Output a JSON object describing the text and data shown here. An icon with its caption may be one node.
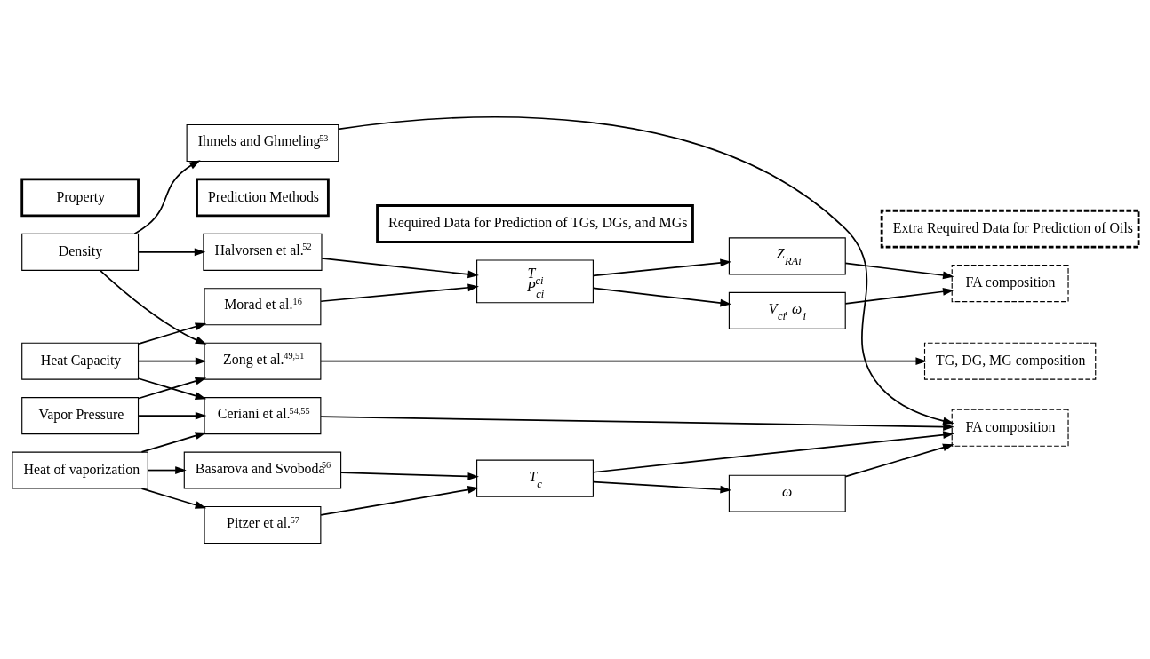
{
  "diagram": {
    "nodes": [
      {
        "text": [
          "Property"
        ]
      },
      {
        "text": [
          "Prediction Methods"
        ]
      },
      {
        "text": [
          "Required Data for Prediction of TGs, DGs, and MGs"
        ]
      },
      {
        "text": [
          "Extra Required Data for Prediction of Oils"
        ]
      },
      {
        "text": [
          "Density"
        ]
      },
      {
        "text": [
          "Halvorsen et al.$^{52}$"
        ]
      },
      {
        "text": [
          "T$_{ci}$",
          "P$_{ci}$"
        ]
      },
      {
        "text": [
          "Z$_{RAi}$"
        ]
      },
      {
        "text": [
          "FA composition"
        ]
      },
      {
        "text": [
          "Morad et al.$^{16}$"
        ]
      },
      {
        "text": [
          "V$_{ci}$, ω$_{i}$"
        ]
      },
      {
        "text": [
          "Vapor Pressure"
        ]
      },
      {
        "text": [
          "Zong et al.$^{49,51}$"
        ]
      },
      {
        "text": [
          "TG, DG, MG composition"
        ]
      },
      {
        "text": [
          "Ihmels and Ghmeling$^{53}$"
        ]
      },
      {
        "text": [
          "Heat Capacity"
        ]
      },
      {
        "text": [
          "Ceriani et al.$^{54,55}$"
        ]
      },
      {
        "text": [
          "FA composition"
        ]
      },
      {
        "text": [
          "Heat of vaporization"
        ]
      },
      {
        "text": [
          "Basarova and Svoboda$^{56}$"
        ]
      },
      {
        "text": [
          "T$_{c}$"
        ]
      },
      {
        "text": [
          "Pitzer et al.$^{57}$"
        ]
      },
      {
        "text": [
          "ω"
        ]
      }
    ],
    "edges": [
      {
        "from": 4,
        "to": 5,
        "arrow": "to"
      },
      {
        "from": 4,
        "to": 12,
        "arrow": "to"
      },
      {
        "from": 4,
        "to": 14,
        "arrow": "to"
      },
      {
        "from": 11,
        "to": 12,
        "arrow": "to"
      },
      {
        "from": 11,
        "to": 16,
        "arrow": "to"
      },
      {
        "from": 15,
        "to": 9,
        "arrow": "to"
      },
      {
        "from": 15,
        "to": 12,
        "arrow": "to"
      },
      {
        "from": 15,
        "to": 16,
        "arrow": "to"
      },
      {
        "from": 18,
        "to": 16,
        "arrow": "to"
      },
      {
        "from": 18,
        "to": 19,
        "arrow": "to"
      },
      {
        "from": 18,
        "to": 21,
        "arrow": "to"
      },
      {
        "from": 5,
        "to": 6,
        "arrow": "to"
      },
      {
        "from": 9,
        "to": 6,
        "arrow": "to"
      },
      {
        "from": 6,
        "to": 7,
        "arrow": "to"
      },
      {
        "from": 6,
        "to": 10,
        "arrow": "to"
      },
      {
        "from": 7,
        "to": 8,
        "arrow": "to"
      },
      {
        "from": 10,
        "to": 8,
        "arrow": "to"
      },
      {
        "from": 12,
        "to": 13,
        "arrow": "to"
      },
      {
        "from": 14,
        "to": 17,
        "arrow": "to"
      },
      {
        "from": 16,
        "to": 17,
        "arrow": "to"
      },
      {
        "from": 19,
        "to": 20,
        "arrow": "to"
      },
      {
        "from": 21,
        "to": 20,
        "arrow": "to"
      },
      {
        "from": 20,
        "to": 17,
        "arrow": "to"
      },
      {
        "from": 20,
        "to": 22,
        "arrow": "to"
      },
      {
        "from": 22,
        "to": 17,
        "arrow": "to"
      }
    ]
  }
}
